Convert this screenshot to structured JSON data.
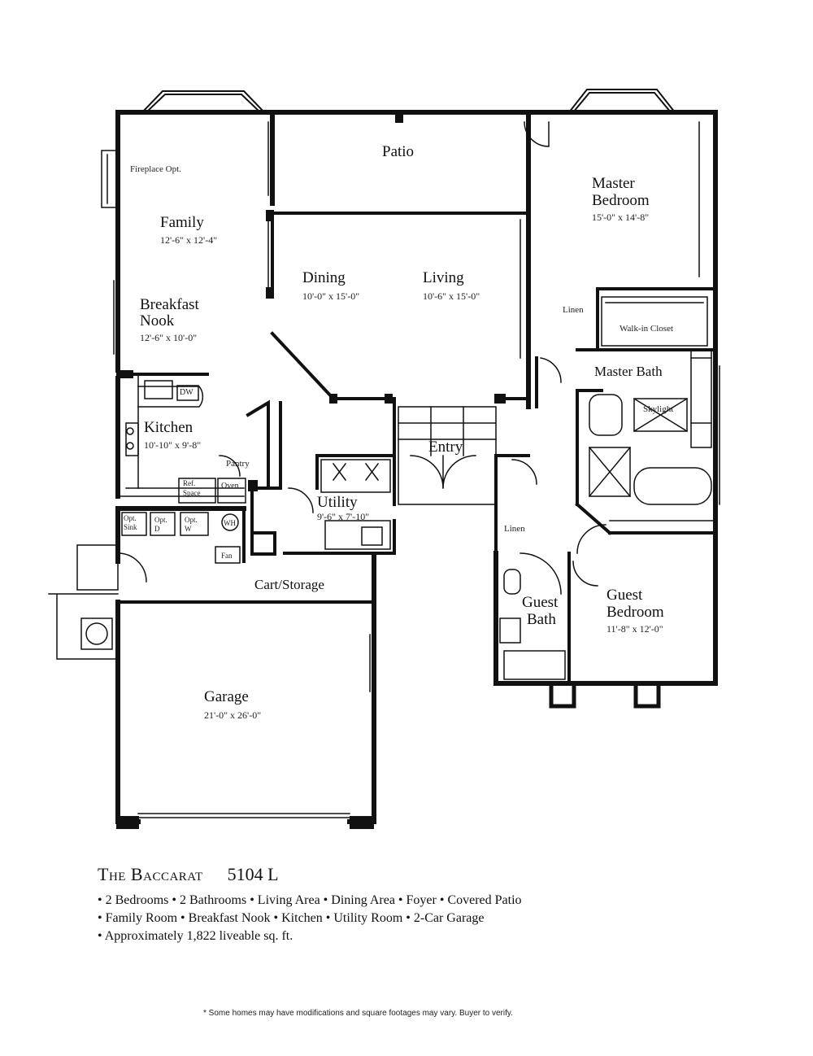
{
  "rooms": {
    "patio": {
      "name": "Patio"
    },
    "master_bedroom": {
      "name_line1": "Master",
      "name_line2": "Bedroom",
      "dims": "15'-0\" x 14'-8\""
    },
    "family": {
      "name": "Family",
      "dims": "12'-6\" x 12'-4\""
    },
    "fireplace": {
      "label": "Fireplace Opt."
    },
    "dining": {
      "name": "Dining",
      "dims": "10'-0\" x 15'-0\""
    },
    "living": {
      "name": "Living",
      "dims": "10'-6\" x 15'-0\""
    },
    "breakfast_nook": {
      "name_line1": "Breakfast",
      "name_line2": "Nook",
      "dims": "12'-6\" x 10'-0\""
    },
    "linen_master": {
      "label": "Linen"
    },
    "walk_in_closet": {
      "label": "Walk-in Closet"
    },
    "master_bath": {
      "name": "Master Bath"
    },
    "skylight": {
      "label": "Skylight"
    },
    "dw": {
      "label": "DW"
    },
    "kitchen": {
      "name": "Kitchen",
      "dims": "10'-10\" x 9'-8\""
    },
    "pantry": {
      "label": "Pantry"
    },
    "entry": {
      "name": "Entry"
    },
    "ref_space": {
      "line1": "Ref.",
      "line2": "Space"
    },
    "oven": {
      "label": "Oven"
    },
    "utility": {
      "name": "Utility",
      "dims": "9'-6\" x 7'-10\""
    },
    "opt_sink": {
      "line1": "Opt.",
      "line2": "Sink"
    },
    "opt_d": {
      "line1": "Opt.",
      "line2": "D"
    },
    "opt_w": {
      "line1": "Opt.",
      "line2": "W"
    },
    "wh": {
      "label": "WH"
    },
    "fan": {
      "label": "Fan"
    },
    "linen_hall": {
      "label": "Linen"
    },
    "cart_storage": {
      "name": "Cart/Storage"
    },
    "guest_bath": {
      "name_line1": "Guest",
      "name_line2": "Bath"
    },
    "guest_bedroom": {
      "name_line1": "Guest",
      "name_line2": "Bedroom",
      "dims": "11'-8\" x 12'-0\""
    },
    "garage": {
      "name": "Garage",
      "dims": "21'-0\" x 26'-0\""
    }
  },
  "footer": {
    "model_name": "The Baccarat",
    "model_number": "5104 L",
    "features": [
      "• 2 Bedrooms • 2 Bathrooms • Living Area • Dining Area • Foyer • Covered Patio",
      "• Family Room • Breakfast Nook • Kitchen • Utility Room • 2-Car Garage",
      "• Approximately 1,822 liveable sq. ft."
    ],
    "disclaimer": "* Some homes may have modifications and square footages may vary. Buyer to verify."
  },
  "colors": {
    "wall": "#111111",
    "background": "#ffffff"
  }
}
